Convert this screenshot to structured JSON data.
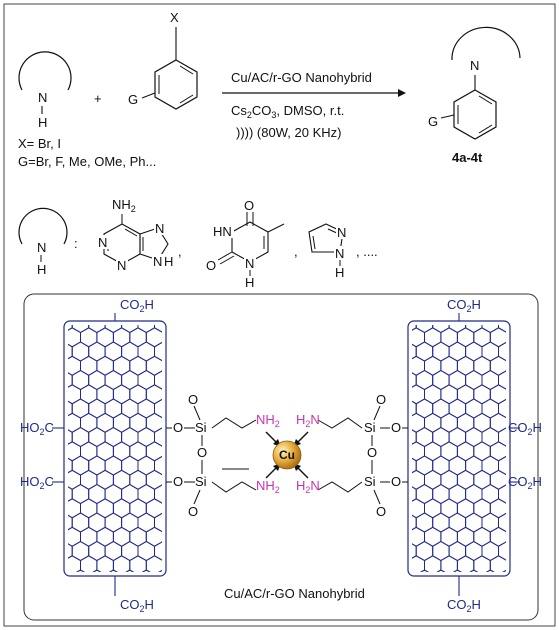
{
  "reaction": {
    "amine_n": "N",
    "amine_h": "H",
    "plus": "+",
    "aryl_x": "X",
    "aryl_g": "G",
    "conditions_line1": "Cu/AC/r-GO Nanohybrid",
    "conditions_line2": "Cs2CO3, DMSO, r.t.",
    "conditions_line3": ")))) (80W, 20 KHz)",
    "x_values": "X= Br, I",
    "g_values": "G=Br, F, Me, OMe, Ph...",
    "product_n": "N",
    "product_g": "G",
    "product_label": "4a-4t"
  },
  "amines": {
    "colon": ":",
    "adenine_nh2": "NH",
    "adenine_sub": "2",
    "adenine_n1": "N",
    "adenine_n3": "N",
    "adenine_n7": "N",
    "adenine_n9": "N",
    "adenine_h9": "H",
    "thymine_hn": "HN",
    "thymine_o1": "O",
    "thymine_o2": "O",
    "thymine_n": "N",
    "thymine_h": "H",
    "imidazole_n": "N",
    "imidazole_nh": "N",
    "imidazole_h": "H",
    "sep1": ",",
    "sep2": ",",
    "ellipsis": ", ...."
  },
  "catalyst": {
    "co2h": "CO2H",
    "ho2c": "HO2C",
    "center_metal": "Cu",
    "si": "Si",
    "o": "O",
    "nh2": "NH2",
    "h2n": "H2N",
    "caption": "Cu/AC/r-GO Nanohybrid"
  },
  "colors": {
    "graphene": "#1f2a8c",
    "amine": "#cc33aa",
    "copper": "#d9a030"
  }
}
